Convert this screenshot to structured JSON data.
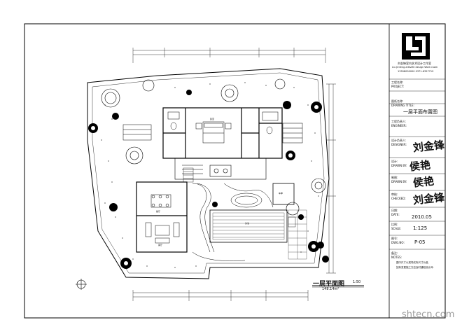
{
  "title_block": {
    "company_cn": "刘金锋室内艺术设计工作室",
    "company_en": "Liu Jinfeng art&life design Work room",
    "phone": "13598090000    0371-6357719",
    "project_name_label": "工程名称:",
    "project_name_en": "PROJECT:",
    "drawing_name_label": "图纸名称:",
    "drawing_name_en": "DRAWING TITLE:",
    "drawing_name_value": "一层平面布置图",
    "project_lead_label": "工程负责人:",
    "project_lead_en": "ENGINEER:",
    "designer_label": "设计负责人:",
    "designer_en": "DESIGNER:",
    "designer_sig": "刘金锋",
    "drawn_label": "设计:",
    "drawn_en": "DRAWN BY:",
    "drawn_sig": "侯艳",
    "draft_label": "制图:",
    "draft_en": "DRAWN BY:",
    "draft_sig": "侯艳",
    "check_label": "审核:",
    "check_en": "CHECKED:",
    "check_sig": "刘金锋",
    "date_label": "日期:",
    "date_en": "DATE:",
    "date_value": "2010.05",
    "scale_label": "比例:",
    "scale_en": "SCALE:",
    "scale_value": "1:125",
    "drawing_no_label": "图号:",
    "drawing_no_en": "DWG.NO:",
    "drawing_no_value": "P-05",
    "notes_label": "备注:",
    "notes_en": "NOTES:",
    "note_1": "图中尺寸以现场实际尺寸为准,",
    "note_2": "如有变更施工方应及时通知设计师."
  },
  "plan": {
    "title": "一层平面图",
    "scale": "1:50",
    "area": "148.14m²",
    "rooms": {
      "living": "客厅",
      "dining": "餐厅",
      "bedroom": "卧室",
      "pool": "泳池",
      "garage": "车库"
    }
  },
  "watermark": "shtecn.com"
}
